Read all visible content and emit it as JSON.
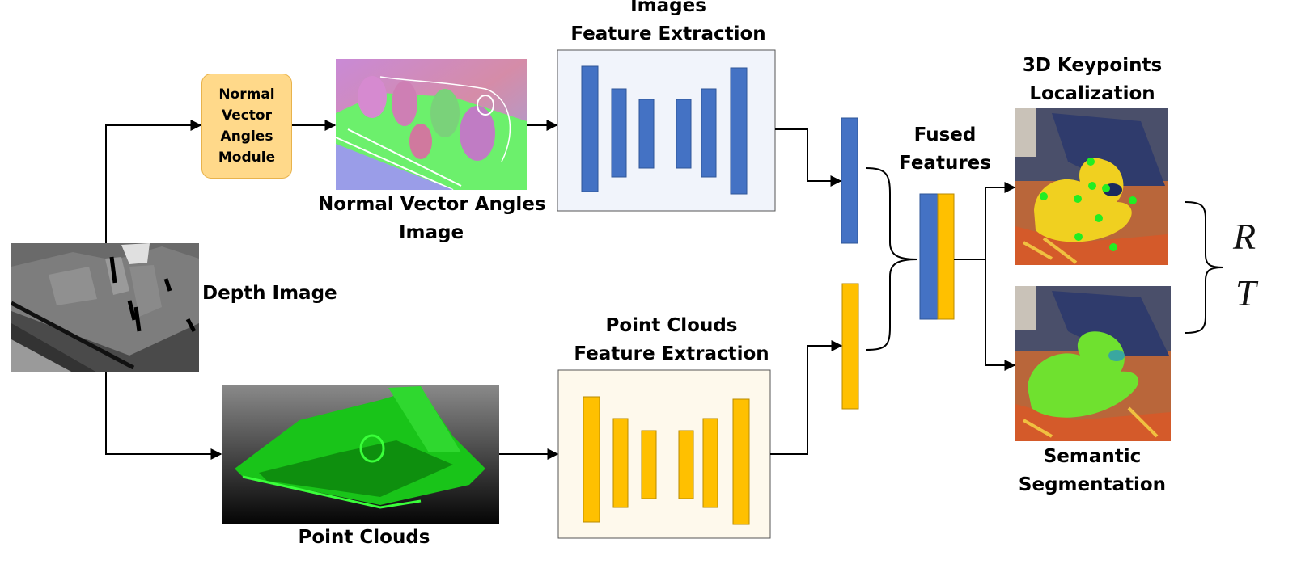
{
  "labels": {
    "images_fe": [
      "Images",
      "Feature Extraction"
    ],
    "module": [
      "Normal",
      "Vector",
      "Angles",
      "Module"
    ],
    "nva_image": [
      "Normal Vector Angles",
      "Image"
    ],
    "depth_image": "Depth Image",
    "point_clouds_fe": [
      "Point Clouds",
      "Feature Extraction"
    ],
    "point_clouds": "Point Clouds",
    "fused": [
      "Fused",
      "Features"
    ],
    "keypoints": [
      "3D Keypoints",
      "Localization"
    ],
    "segmentation": [
      "Semantic",
      "Segmentation"
    ],
    "rotation": "R",
    "translation": "T"
  },
  "colors": {
    "blue_block": "#4472c4",
    "yellow_block": "#ffc000",
    "image_fe_bg": "#f1f4fb",
    "pc_fe_bg": "#fef9ec",
    "module_bg": "#ffd98a",
    "keypoint_marker": "#22ee22"
  }
}
